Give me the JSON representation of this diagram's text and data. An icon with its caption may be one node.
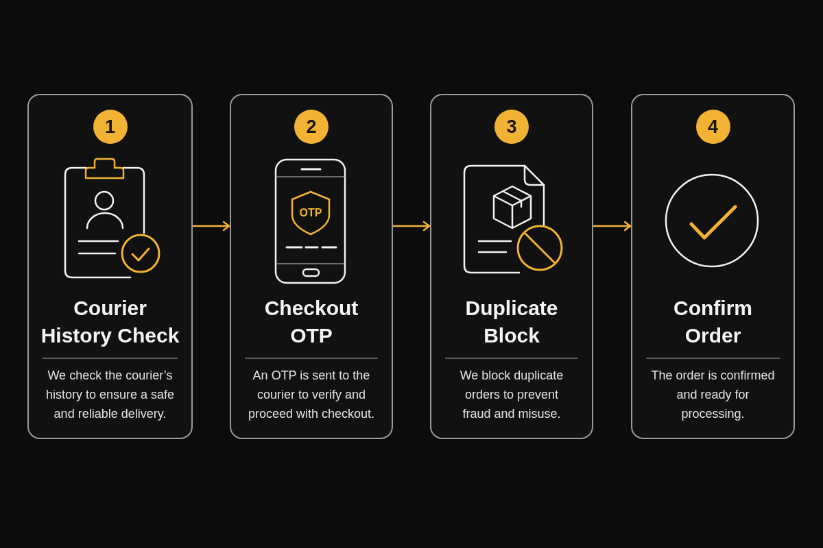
{
  "diagram": {
    "nodes": [
      {
        "text": [
          "Courier History Check",
          "We check the courier’s history to ensure a safe and reliable delivery."
        ]
      },
      {
        "text": [
          "1"
        ],
        "in": 0
      },
      {
        "text": [
          "Checkout OTP",
          "An OTP is sent to the courier to verify and proceed with checkout."
        ]
      },
      {
        "text": [
          "2"
        ],
        "in": 2
      },
      {
        "text": [
          "OTP"
        ],
        "in": 2
      },
      {
        "text": [
          "Duplicate Block",
          "We block duplicate orders to prevent fraud and misuse."
        ]
      },
      {
        "text": [
          "3"
        ],
        "in": 5
      },
      {
        "text": [
          "Confirm Order",
          "The order is confirmed and ready for processing."
        ]
      },
      {
        "text": [
          "4"
        ],
        "in": 7
      }
    ],
    "edges": [
      {
        "from": 0,
        "to": 2,
        "arrow": "to"
      },
      {
        "from": 2,
        "to": 5,
        "arrow": "to"
      },
      {
        "from": 5,
        "to": 7,
        "arrow": "to"
      }
    ]
  }
}
